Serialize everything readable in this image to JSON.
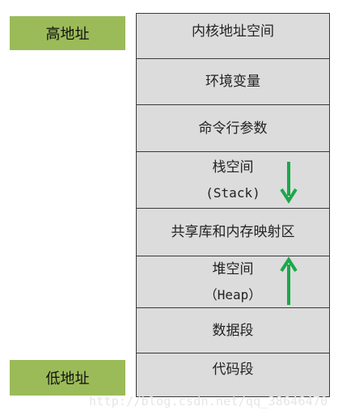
{
  "labels": {
    "high_address": "高地址",
    "low_address": "低地址"
  },
  "segments": [
    {
      "title": "内核地址空间"
    },
    {
      "title": "环境变量"
    },
    {
      "title": "命令行参数"
    },
    {
      "title": "栈空间",
      "sub": "(Stack)",
      "arrow": "down"
    },
    {
      "title": "共享库和内存映射区"
    },
    {
      "title": "堆空间",
      "sub": "（Heap）",
      "arrow": "up"
    },
    {
      "title": "数据段"
    },
    {
      "title": "代码段"
    }
  ],
  "colors": {
    "address_label_bg": "#9bbb59",
    "segment_bg": "#dcdcdc",
    "arrow": "#1aa84a"
  },
  "watermark": "http://blog.csdn.net/qq_38646470"
}
